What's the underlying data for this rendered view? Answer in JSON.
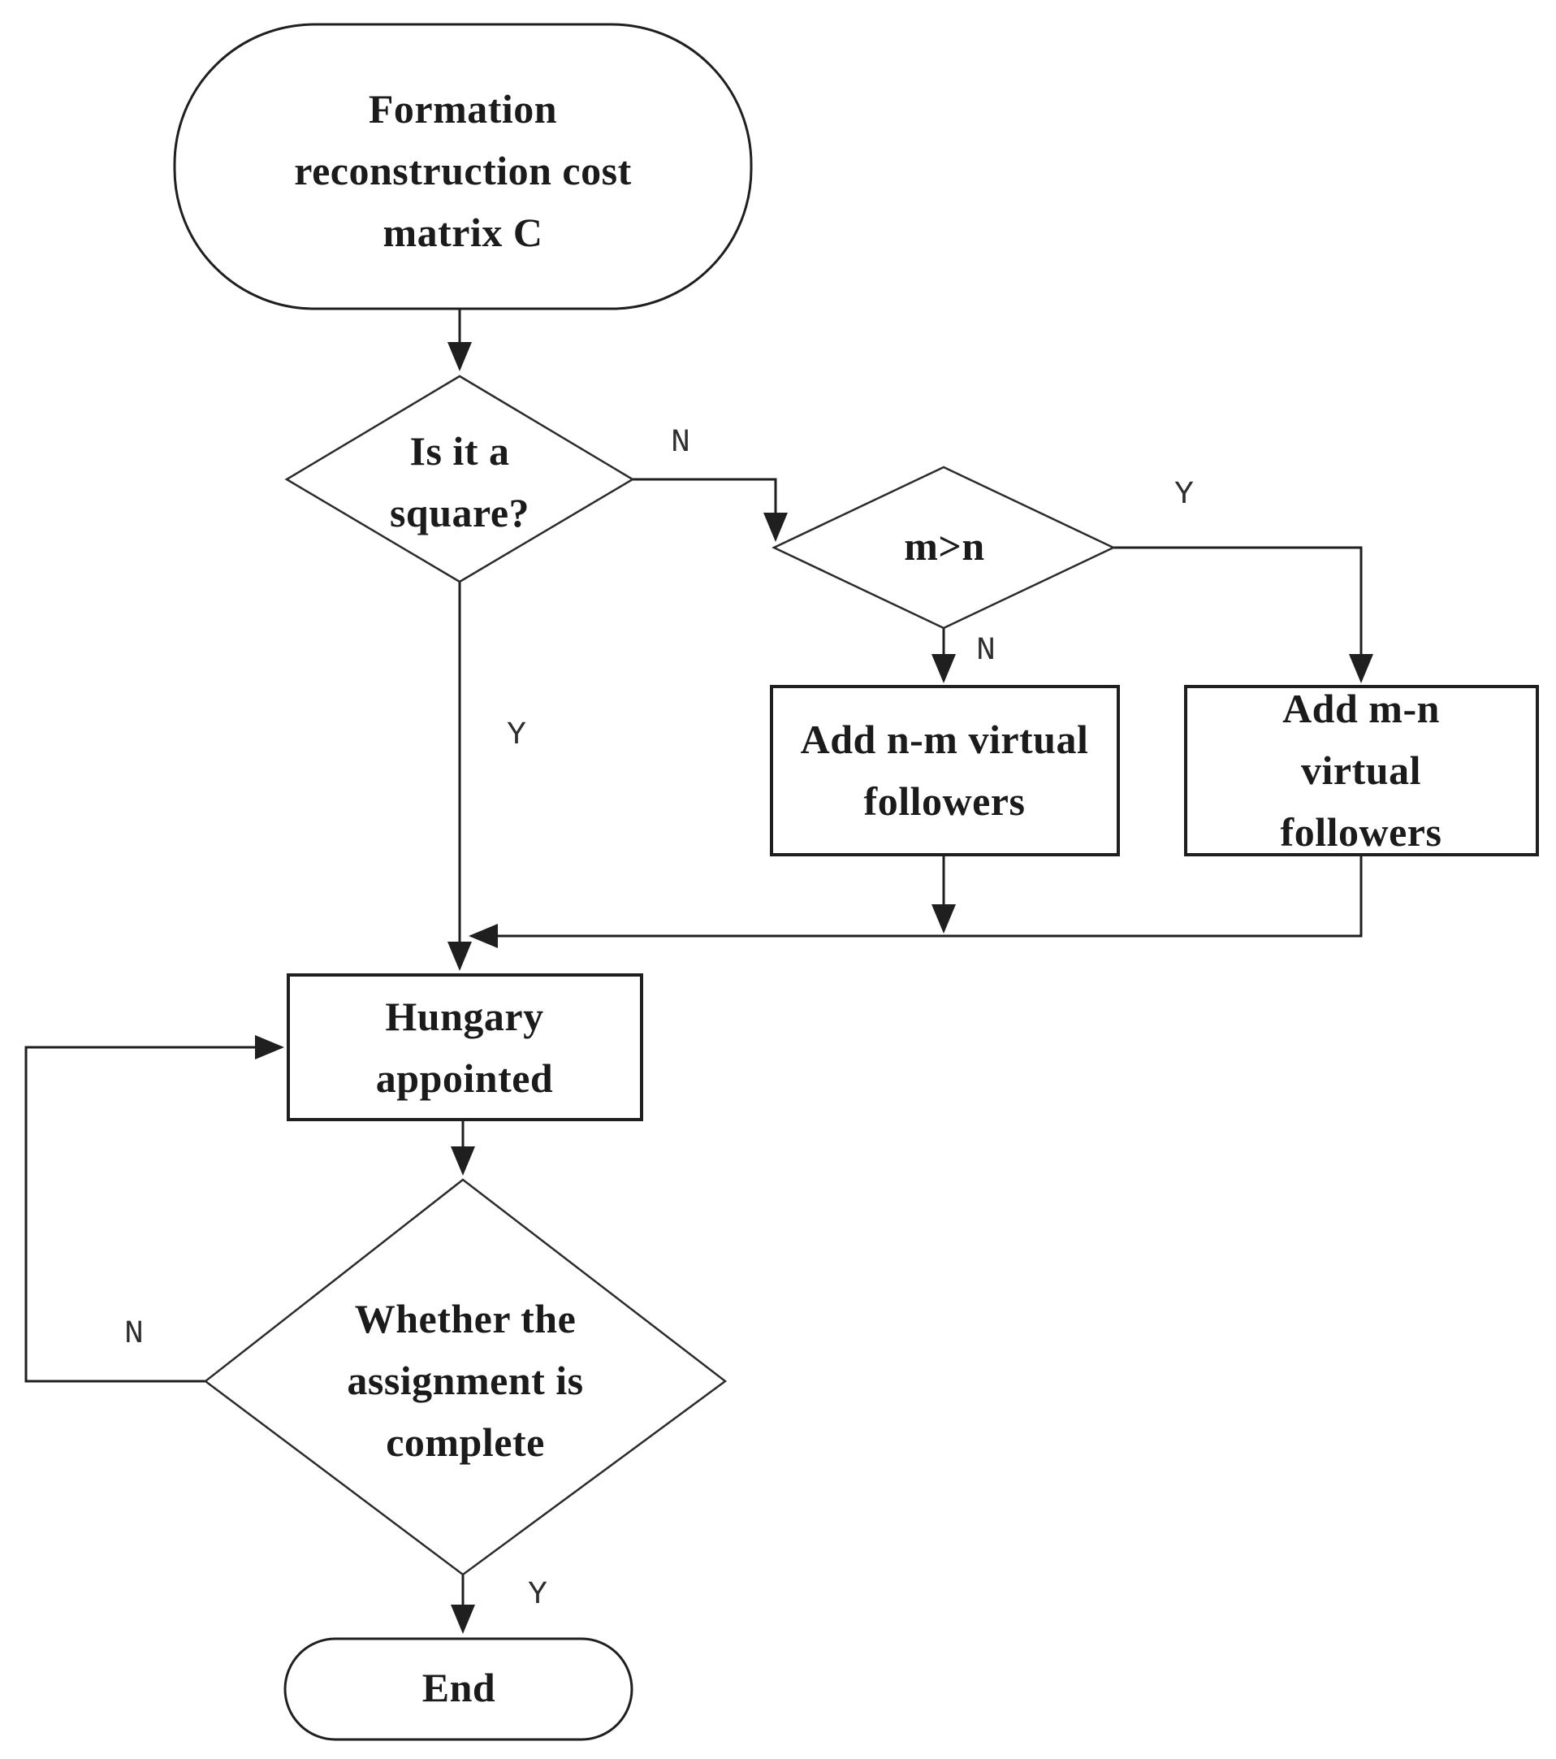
{
  "diagram": {
    "title_hint": "flowchart",
    "background_color": "#ffffff",
    "line_color": "#1f1f1f",
    "text_color": "#1b1b1b",
    "nodes": {
      "start": {
        "type": "terminator",
        "label": "Formation\nreconstruction cost\nmatrix C"
      },
      "is_square": {
        "type": "decision",
        "label": "Is it a\nsquare?"
      },
      "m_gt_n": {
        "type": "decision",
        "label": "m>n"
      },
      "add_nm": {
        "type": "process",
        "label": "Add n-m virtual\nfollowers"
      },
      "add_mn": {
        "type": "process",
        "label": "Add m-n virtual\nfollowers"
      },
      "hungary": {
        "type": "process",
        "label": "Hungary\nappointed"
      },
      "complete": {
        "type": "decision",
        "label": "Whether the\nassignment is\ncomplete"
      },
      "end": {
        "type": "terminator",
        "label": "End"
      }
    },
    "edge_labels": {
      "is_square_no": "N",
      "is_square_yes": "Y",
      "m_gt_n_no": "N",
      "m_gt_n_yes": "Y",
      "complete_no": "N",
      "complete_yes": "Y"
    }
  }
}
